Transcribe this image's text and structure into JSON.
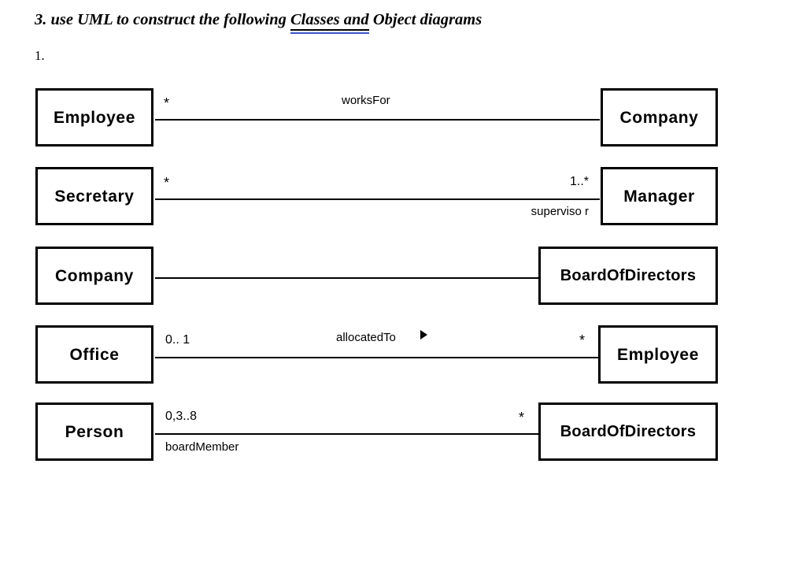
{
  "document": {
    "heading": {
      "prefix": "3. use UML to construct the following ",
      "underlined": "Classes  and",
      "suffix": " Object diagrams"
    },
    "list_number": "1."
  },
  "colors": {
    "ink": "#000000",
    "underline_accent": "#3a56c4",
    "page_background": "#ffffff"
  },
  "diagram": {
    "type": "uml-class-diagram",
    "associations": [
      {
        "id": "employee-worksfor-company",
        "left_class": "Employee",
        "right_class": "Company",
        "left_multiplicity": "*",
        "right_multiplicity": "",
        "label_above": "worksFor",
        "label_below": "",
        "navigable_arrow": false
      },
      {
        "id": "secretary-supervisor-manager",
        "left_class": "Secretary",
        "right_class": "Manager",
        "left_multiplicity": "*",
        "right_multiplicity": "1..*",
        "label_above": "",
        "label_below": "superviso r",
        "navigable_arrow": false
      },
      {
        "id": "company-boardofdirectors",
        "left_class": "Company",
        "right_class": "BoardOfDirectors",
        "left_multiplicity": "",
        "right_multiplicity": "",
        "label_above": "",
        "label_below": "",
        "navigable_arrow": false
      },
      {
        "id": "office-allocatedto-employee",
        "left_class": "Office",
        "right_class": "Employee",
        "left_multiplicity": "0.. 1",
        "right_multiplicity": "*",
        "label_above": "allocatedTo",
        "label_below": "",
        "navigable_arrow": true
      },
      {
        "id": "person-boardmember-boardofdirectors",
        "left_class": "Person",
        "right_class": "BoardOfDirectors",
        "left_multiplicity": "0,3..8",
        "right_multiplicity": "*",
        "label_above": "",
        "label_below": "boardMember",
        "navigable_arrow": false
      }
    ]
  }
}
